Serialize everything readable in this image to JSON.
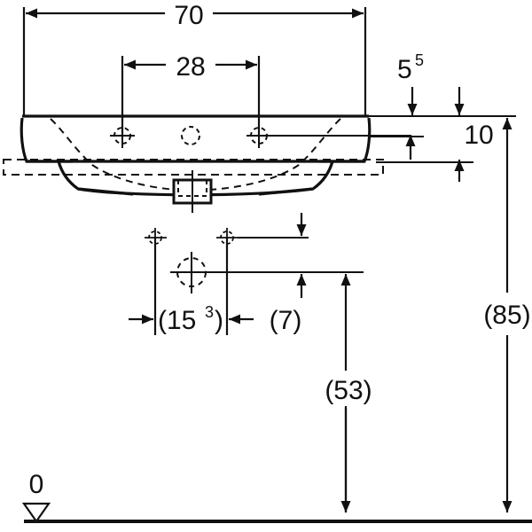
{
  "drawing": {
    "type": "technical-dimension-drawing",
    "subject": "wash basin front elevation with dimensions",
    "units": "cm",
    "line_color": "#111111",
    "background": "#ffffff"
  },
  "dimensions": {
    "overall_width": "70",
    "tap_hole_spacing": "28",
    "top_offset": {
      "value": "5",
      "superscript": "5"
    },
    "rim_height": "10",
    "bracket_width": {
      "value": "(15",
      "superscript": "3",
      "close": ")"
    },
    "bracket_depth": "(7)",
    "bracket_height": "(53)",
    "basin_height": "(85)",
    "datum": "0"
  },
  "labels": {
    "width_70": "70",
    "spacing_28": "28",
    "offset_5_base": "5",
    "offset_5_sup": "5",
    "rim_10": "10",
    "dim_15_open": "(15",
    "dim_15_sup": "3",
    "dim_15_close": ")",
    "dim_7": "(7)",
    "dim_53": "(53)",
    "dim_85": "(85)",
    "datum_zero": "0"
  }
}
